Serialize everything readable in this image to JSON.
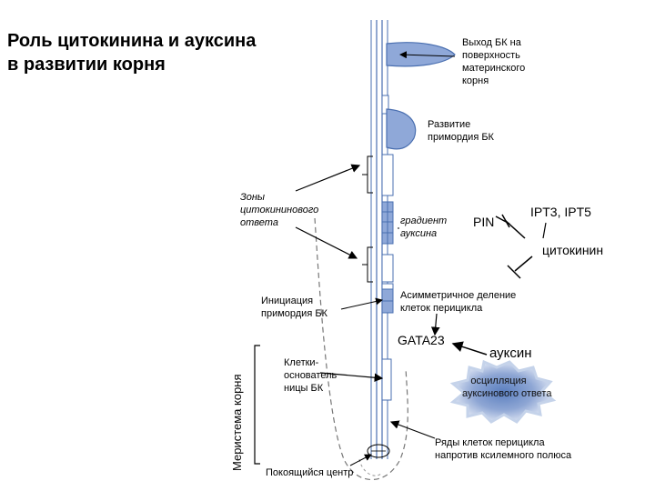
{
  "title": {
    "line1": "Роль цитокинина и ауксина",
    "line2": "в развитии корня"
  },
  "labels": {
    "lr_emergence": [
      "Выход БК на",
      "поверхность",
      "материнского",
      "корня"
    ],
    "primordium_development": [
      "Развитие",
      "примордия  БК"
    ],
    "cytokinin_zones": [
      "Зоны",
      "цитокининового",
      "ответа"
    ],
    "auxin_gradient": [
      "градиент",
      "ауксина"
    ],
    "pin": "PIN",
    "ipt": "IPT3, IPT5",
    "cytokinin": "цитокинин",
    "asymmetric_division": [
      "Асимметричное деление",
      "клеток перицикла"
    ],
    "primordium_initiation": [
      "Инициация",
      "примордия БК"
    ],
    "gata23": "GATA23",
    "auxin": "ауксин",
    "auxin_oscillation": [
      "осцилляция",
      "ауксинового ответа"
    ],
    "founder_cells": [
      "Клетки-",
      "основатель",
      "ницы БК"
    ],
    "pericycle_rows": [
      "Ряды клеток перицикла",
      "напротив ксилемного полюса"
    ],
    "quiescent_center": "Покоящийся центр",
    "meristem": "Меристема корня"
  },
  "colors": {
    "primordium_fill": "#8fa8d8",
    "outline_blue": "#4a6fb0",
    "burst_fill": "#6f8fc4",
    "burst_glow": "#c5d3ea"
  }
}
